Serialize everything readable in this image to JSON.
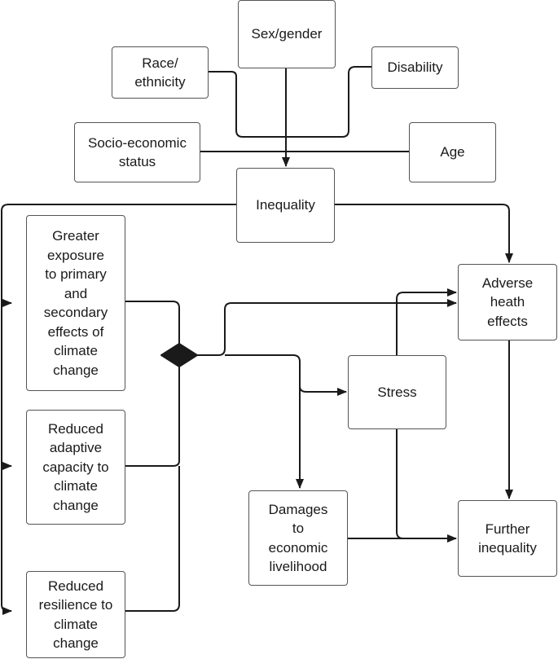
{
  "nodes": {
    "sex_gender": "Sex/gender",
    "race": "Race/\nethnicity",
    "disability": "Disability",
    "ses": "Socio-economic\nstatus",
    "age": "Age",
    "inequality": "Inequality",
    "exposure": "Greater\nexposure\nto primary\nand\nsecondary\neffects of\nclimate\nchange",
    "adaptive": "Reduced\nadaptive\ncapacity to\nclimate\nchange",
    "resilience": "Reduced\nresilience to\nclimate\nchange",
    "adverse": "Adverse\nheath\neffects",
    "stress": "Stress",
    "damages": "Damages\nto\neconomic\nlivelihood",
    "further": "Further\ninequality"
  }
}
